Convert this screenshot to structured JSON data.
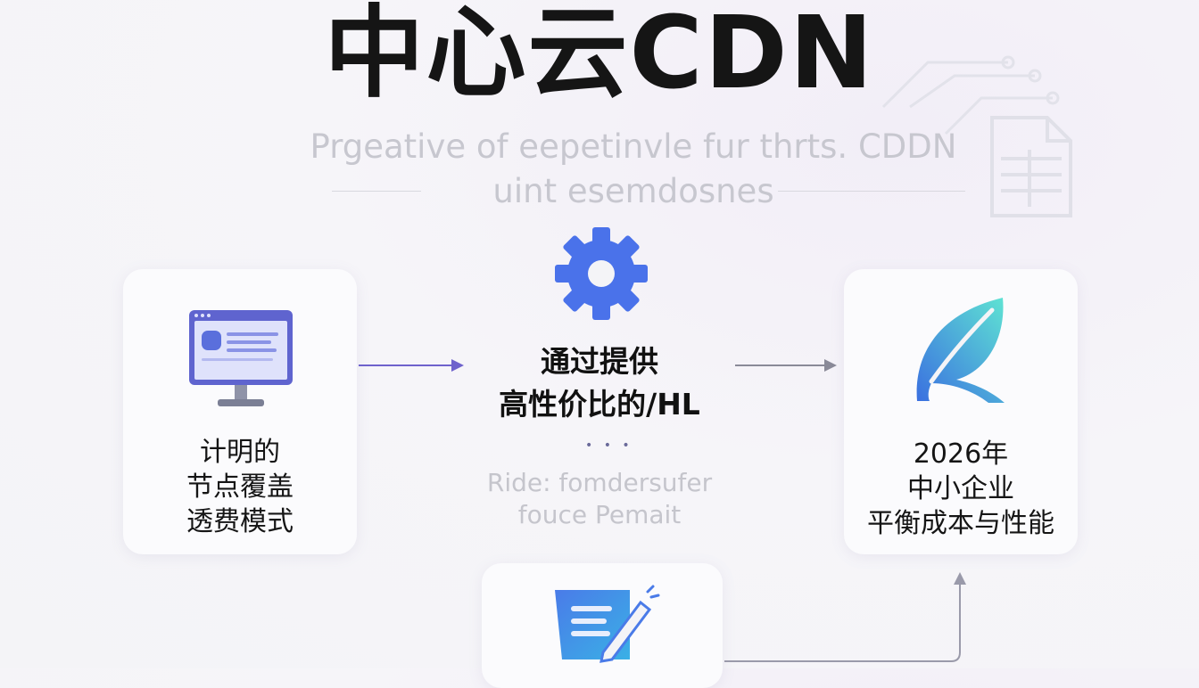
{
  "title": "中心云CDN",
  "subtitle": {
    "line1": "Prgeative of eepetinvle fur thrts. CDDN",
    "line2": "uint esemdosnes"
  },
  "left_card": {
    "icon": "monitor-icon",
    "lines": [
      "计明的",
      "节点覆盖",
      "透费模式"
    ]
  },
  "center": {
    "icon": "gear-icon",
    "lines": [
      "通过提供",
      "高性价比的/HL"
    ],
    "dots": "• • •",
    "ghost_lines": [
      "Ride: fomdersufer",
      "fouce Pemait"
    ]
  },
  "right_card": {
    "icon": "leaf-icon",
    "lines": [
      "2026年",
      "中小企业",
      "平衡成本与性能"
    ]
  },
  "bottom_card": {
    "icon": "document-edit-icon"
  },
  "colors": {
    "accent_blue": "#4a72ea",
    "teal": "#33c4d6",
    "arrow_purple": "#6e62cc",
    "arrow_gray": "#8a8a98"
  }
}
